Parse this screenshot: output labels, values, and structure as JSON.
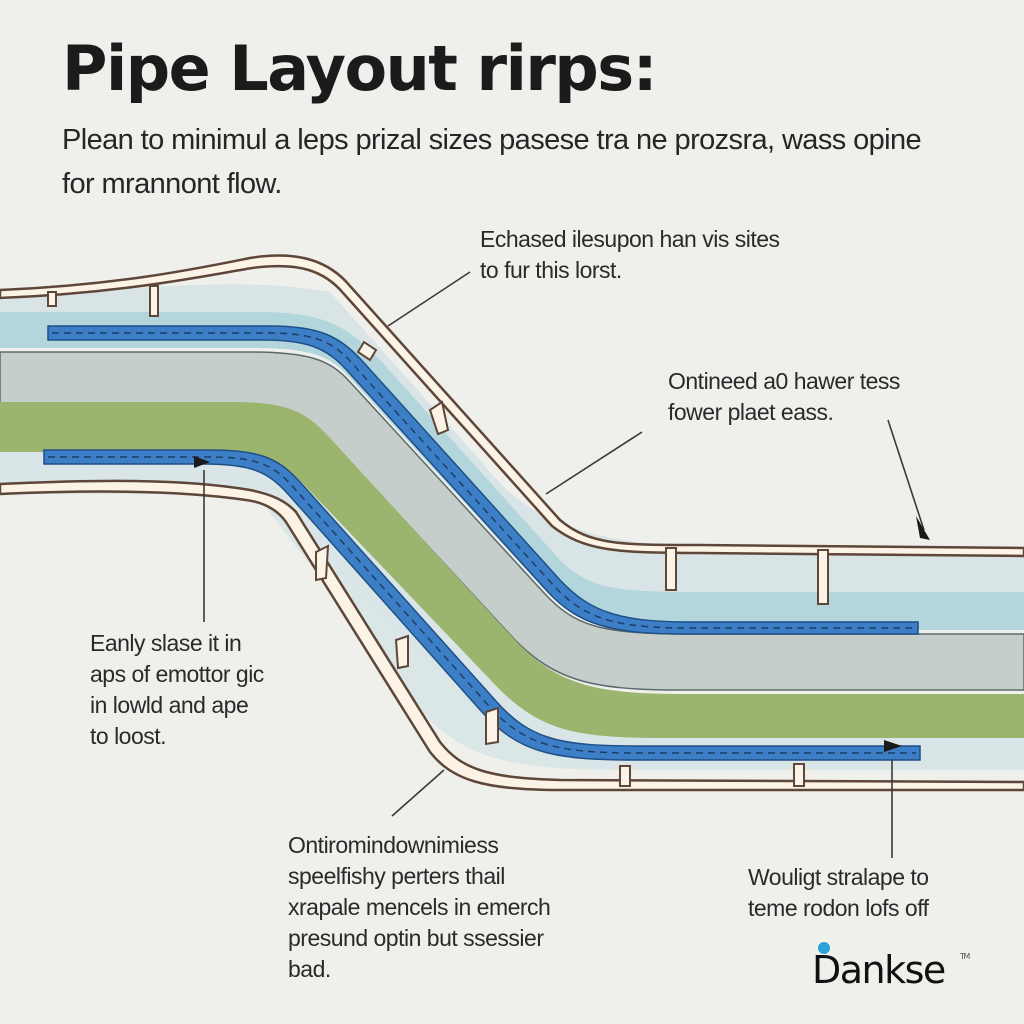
{
  "title": "Pipe Layout rirps:",
  "subtitle": "Plean to minimul a leps prizal sizes pasese tra ne prozsra, wass opine for mrannont flow.",
  "callouts": [
    {
      "id": "c1",
      "lines": [
        "Echased ilesupon han vis sites",
        "to fur this lorst."
      ]
    },
    {
      "id": "c2",
      "lines": [
        "Ontineed a0 hawer tess",
        "fower plaet eass."
      ]
    },
    {
      "id": "c3",
      "lines": [
        "Eanly slase it in",
        "aps of emottor gic",
        "in lowld and ape",
        "to loost."
      ]
    },
    {
      "id": "c4",
      "lines": [
        "Ontiromindownimiess",
        "speelfishy perters thail",
        "xrapale mencels in emerch",
        "presund optin but ssessier",
        "bad."
      ]
    },
    {
      "id": "c5",
      "lines": [
        "Wouligt stralape to",
        "teme rodon lofs off"
      ]
    }
  ],
  "logo": {
    "text": "Dankse",
    "mark": "TM",
    "icon": "droplet-icon"
  },
  "colors": {
    "background": "#efefec",
    "trench_outline": "#5e4638",
    "trench_fill": "#fbf3e6",
    "water_band": "#b3d6dd",
    "grey_band": "#c6cecc",
    "green_pipe": "#9bb46e",
    "blue_pipe": "#3d7fc6",
    "logo_accent": "#2aa3d8"
  }
}
